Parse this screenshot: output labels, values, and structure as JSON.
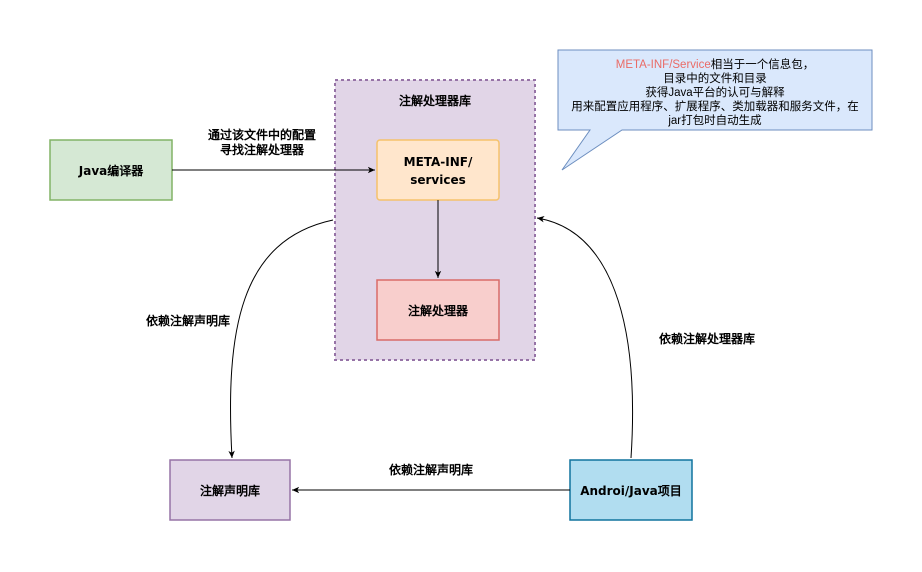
{
  "colors": {
    "processor_lib_fill": "#e1d5e7",
    "processor_lib_stroke": "#9673a6",
    "services_fill": "#ffe6cc",
    "services_stroke": "#f5c26b",
    "processor_fill": "#f8cecc",
    "processor_stroke": "#d96c68",
    "compiler_fill": "#d5e8d4",
    "compiler_stroke": "#82b366",
    "decl_fill": "#e1d5e7",
    "decl_stroke": "#9673a6",
    "project_fill": "#b1ddf0",
    "project_stroke": "#10739e",
    "callout_fill": "#dae8fc",
    "callout_stroke": "#6c8ebf",
    "highlight": "#ea6b66"
  },
  "nodes": {
    "processor_library": {
      "label": "注解处理器库"
    },
    "meta_inf_services": {
      "line1": "META-INF/",
      "line2": "services"
    },
    "annotation_processor": {
      "label": "注解处理器"
    },
    "java_compiler": {
      "label": "Java编译器"
    },
    "annotation_declaration_library": {
      "label": "注解声明库"
    },
    "android_java_project": {
      "label": "Androi/Java项目"
    }
  },
  "edges": {
    "compiler_to_services": {
      "line1": "通过该文件中的配置",
      "line2": "寻找注解处理器"
    },
    "processor_lib_to_decl": {
      "label": "依赖注解声明库"
    },
    "project_to_processor_lib": {
      "label": "依赖注解处理器库"
    },
    "project_to_decl": {
      "label": "依赖注解声明库"
    }
  },
  "callout": {
    "line1_highlight": "META-INF/Service",
    "line1_rest": "相当于一个信息包，",
    "line2": "目录中的文件和目录",
    "line3": "获得Java平台的认可与解释",
    "line4": "用来配置应用程序、扩展程序、类加载器和服务文件，在",
    "line5": "jar打包时自动生成"
  }
}
